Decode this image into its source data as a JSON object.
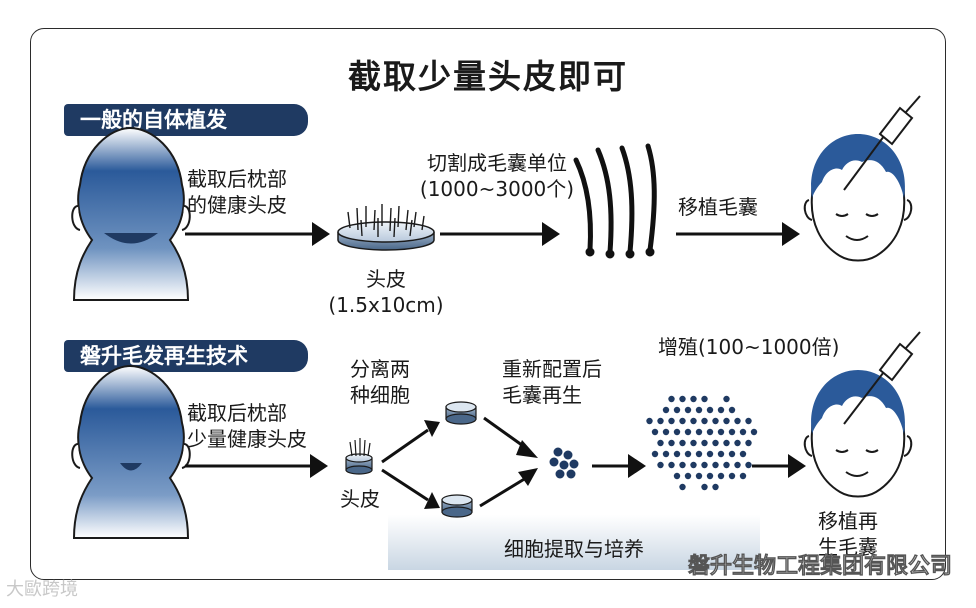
{
  "title": "截取少量头皮即可",
  "section1": {
    "header": "一般的自体植发",
    "step1_label": "截取后枕部\n的健康头皮",
    "scalp_label": "头皮\n(1.5x10cm)",
    "step2_label": "切割成毛囊单位\n(1000~3000个)",
    "step3_label": "移植毛囊"
  },
  "section2": {
    "header": "磐升毛发再生技术",
    "step1_label": "截取后枕部\n少量健康头皮",
    "scalp_label": "头皮",
    "separate_label": "分离两\n种细胞",
    "reconfig_label": "重新配置后\n毛囊再生",
    "proliferate_label": "增殖(100~1000倍)",
    "culture_label": "细胞提取与培养",
    "final_label": "移植再\n生毛囊"
  },
  "watermarks": {
    "left": "大歐跨境",
    "right": "磐升生物工程集团有限公司"
  },
  "colors": {
    "navy": "#1f3a62",
    "head_blue": "#2b5a9a",
    "skin": "#ffffff"
  }
}
